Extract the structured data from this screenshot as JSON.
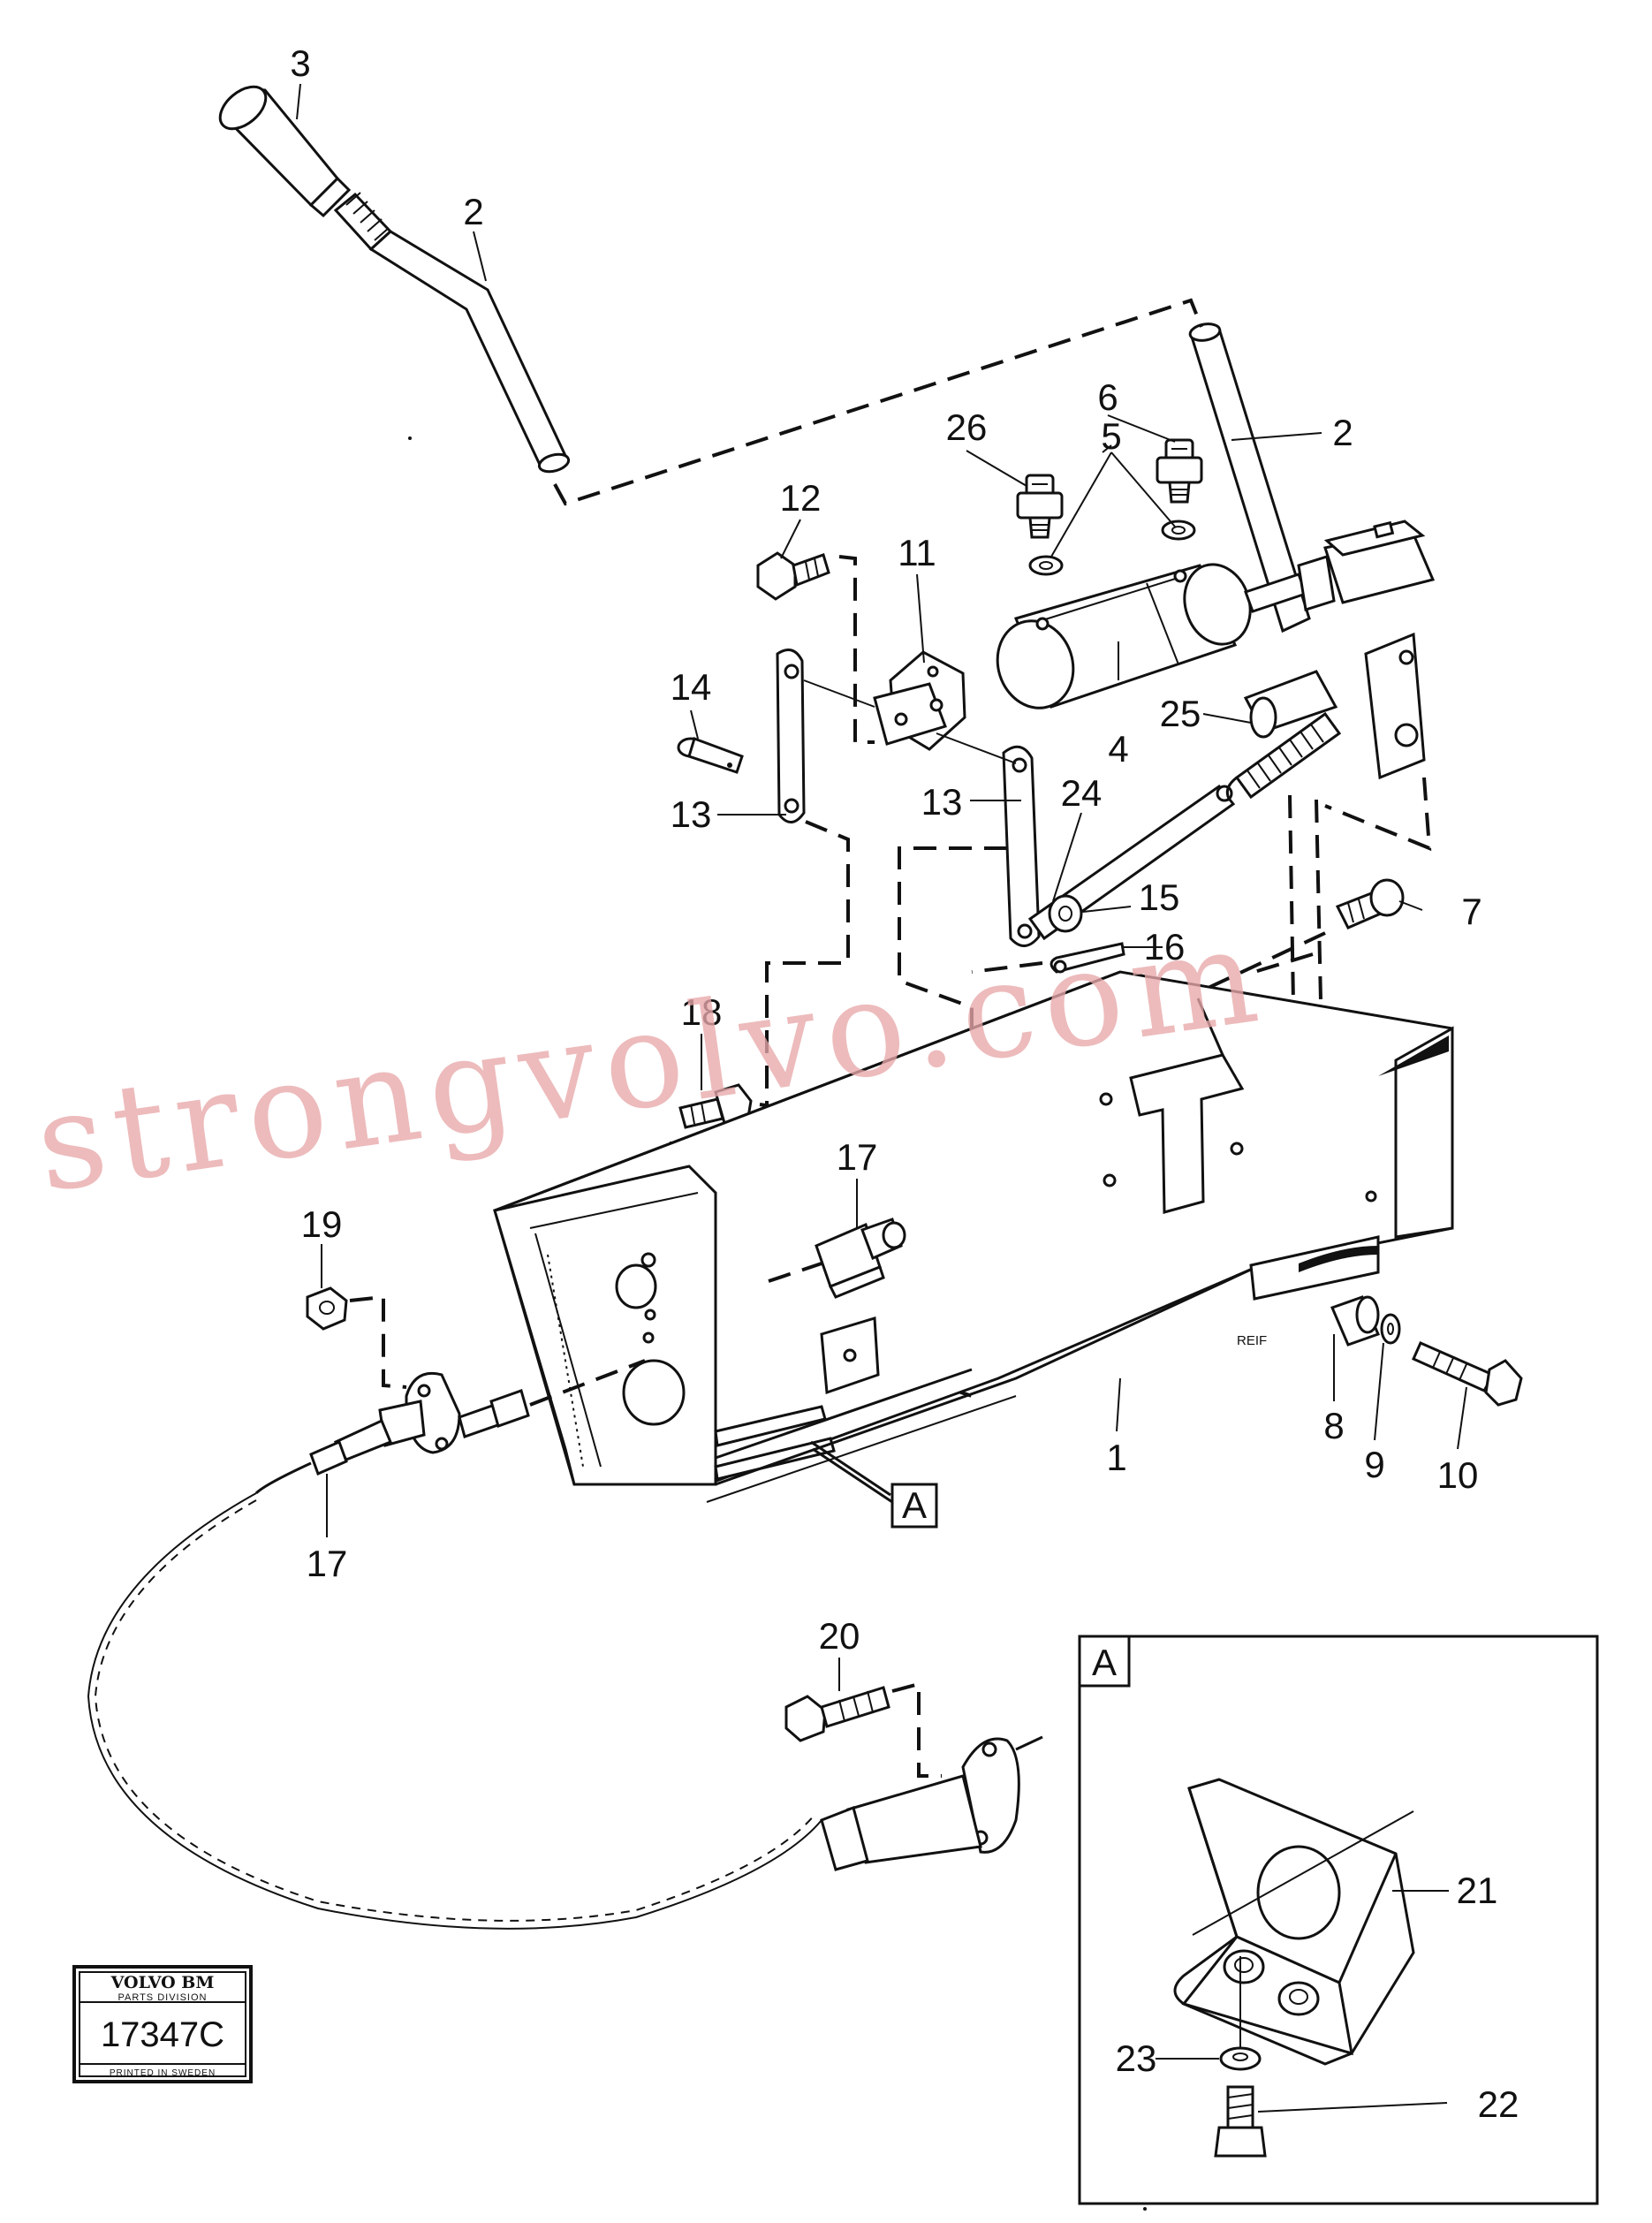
{
  "diagram": {
    "callouts": {
      "c1": "1",
      "c2a": "2",
      "c2b": "2",
      "c3": "3",
      "c4": "4",
      "c5": "5",
      "c6": "6",
      "c7": "7",
      "c8": "8",
      "c9": "9",
      "c10": "10",
      "c11": "11",
      "c12": "12",
      "c13a": "13",
      "c13b": "13",
      "c14": "14",
      "c15": "15",
      "c16": "16",
      "c17a": "17",
      "c17b": "17",
      "c18": "18",
      "c19": "19",
      "c20": "20",
      "c21": "21",
      "c22": "22",
      "c23": "23",
      "c24": "24",
      "c25": "25",
      "c26": "26"
    },
    "detail_ref_label": "A",
    "detail_inset_label": "A",
    "stamp_text": "REIF",
    "watermark": "strongvolvo.com"
  },
  "badge": {
    "brand": "VOLVO BM",
    "division": "PARTS DIVISION",
    "number": "17347C",
    "printed": "PRINTED IN SWEDEN"
  }
}
